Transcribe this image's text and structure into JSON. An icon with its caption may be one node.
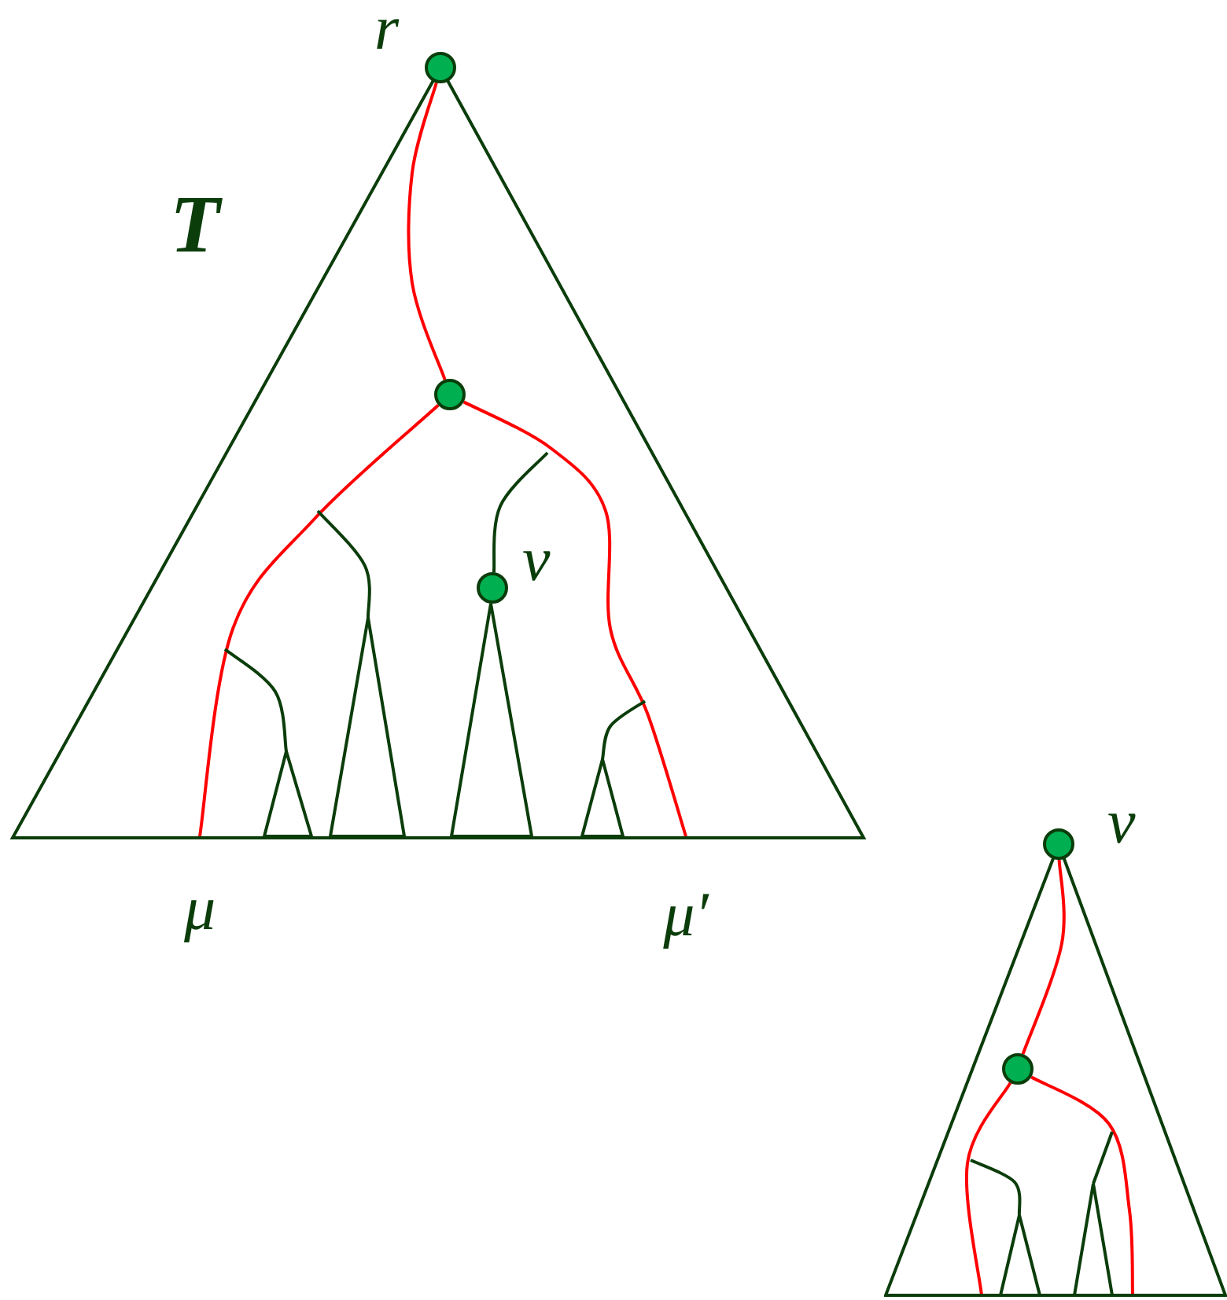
{
  "diagram": {
    "nodes": [
      {
        "text": [
          "T"
        ]
      },
      {
        "text": [],
        "shape": "circle",
        "in": 0,
        "beside": [
          "r"
        ]
      },
      {
        "text": [],
        "shape": "circle",
        "in": 0
      },
      {
        "text": [],
        "shape": "circle",
        "in": 0,
        "beside": [
          "v"
        ]
      },
      {
        "text": [],
        "shape": "triangle",
        "in": 0
      },
      {
        "text": [],
        "shape": "triangle",
        "in": 0
      },
      {
        "text": [],
        "shape": "triangle",
        "in": 0
      },
      {
        "text": [],
        "shape": "triangle",
        "in": 0
      },
      {
        "text": [
          "μ"
        ]
      },
      {
        "text": [
          "μ′"
        ]
      },
      {
        "text": [],
        "shape": "triangle"
      },
      {
        "text": [],
        "shape": "circle",
        "in": 10,
        "beside": [
          "v"
        ]
      },
      {
        "text": [],
        "shape": "circle",
        "in": 10
      },
      {
        "text": [],
        "shape": "triangle",
        "in": 10
      },
      {
        "text": [],
        "shape": "triangle",
        "in": 10
      }
    ],
    "edges": [
      {
        "from": 1,
        "to": 2,
        "arrow": "none",
        "color": "#ff0000"
      },
      {
        "from": 2,
        "to": 8,
        "arrow": "none",
        "color": "#ff0000"
      },
      {
        "from": 2,
        "to": 9,
        "arrow": "none",
        "color": "#ff0000"
      },
      {
        "from": null,
        "to": 4,
        "arrow": "none",
        "color": "#0b3d0b"
      },
      {
        "from": null,
        "to": 5,
        "arrow": "none",
        "color": "#0b3d0b"
      },
      {
        "from": null,
        "to": 3,
        "arrow": "none",
        "color": "#0b3d0b"
      },
      {
        "from": null,
        "to": 7,
        "arrow": "none",
        "color": "#0b3d0b"
      },
      {
        "from": 11,
        "to": 12,
        "arrow": "none",
        "color": "#ff0000"
      },
      {
        "from": 12,
        "to": null,
        "arrow": "none",
        "color": "#ff0000"
      },
      {
        "from": 12,
        "to": null,
        "arrow": "none",
        "color": "#ff0000"
      },
      {
        "from": null,
        "to": 13,
        "arrow": "none",
        "color": "#0b3d0b"
      },
      {
        "from": null,
        "to": 14,
        "arrow": "none",
        "color": "#0b3d0b"
      }
    ]
  }
}
